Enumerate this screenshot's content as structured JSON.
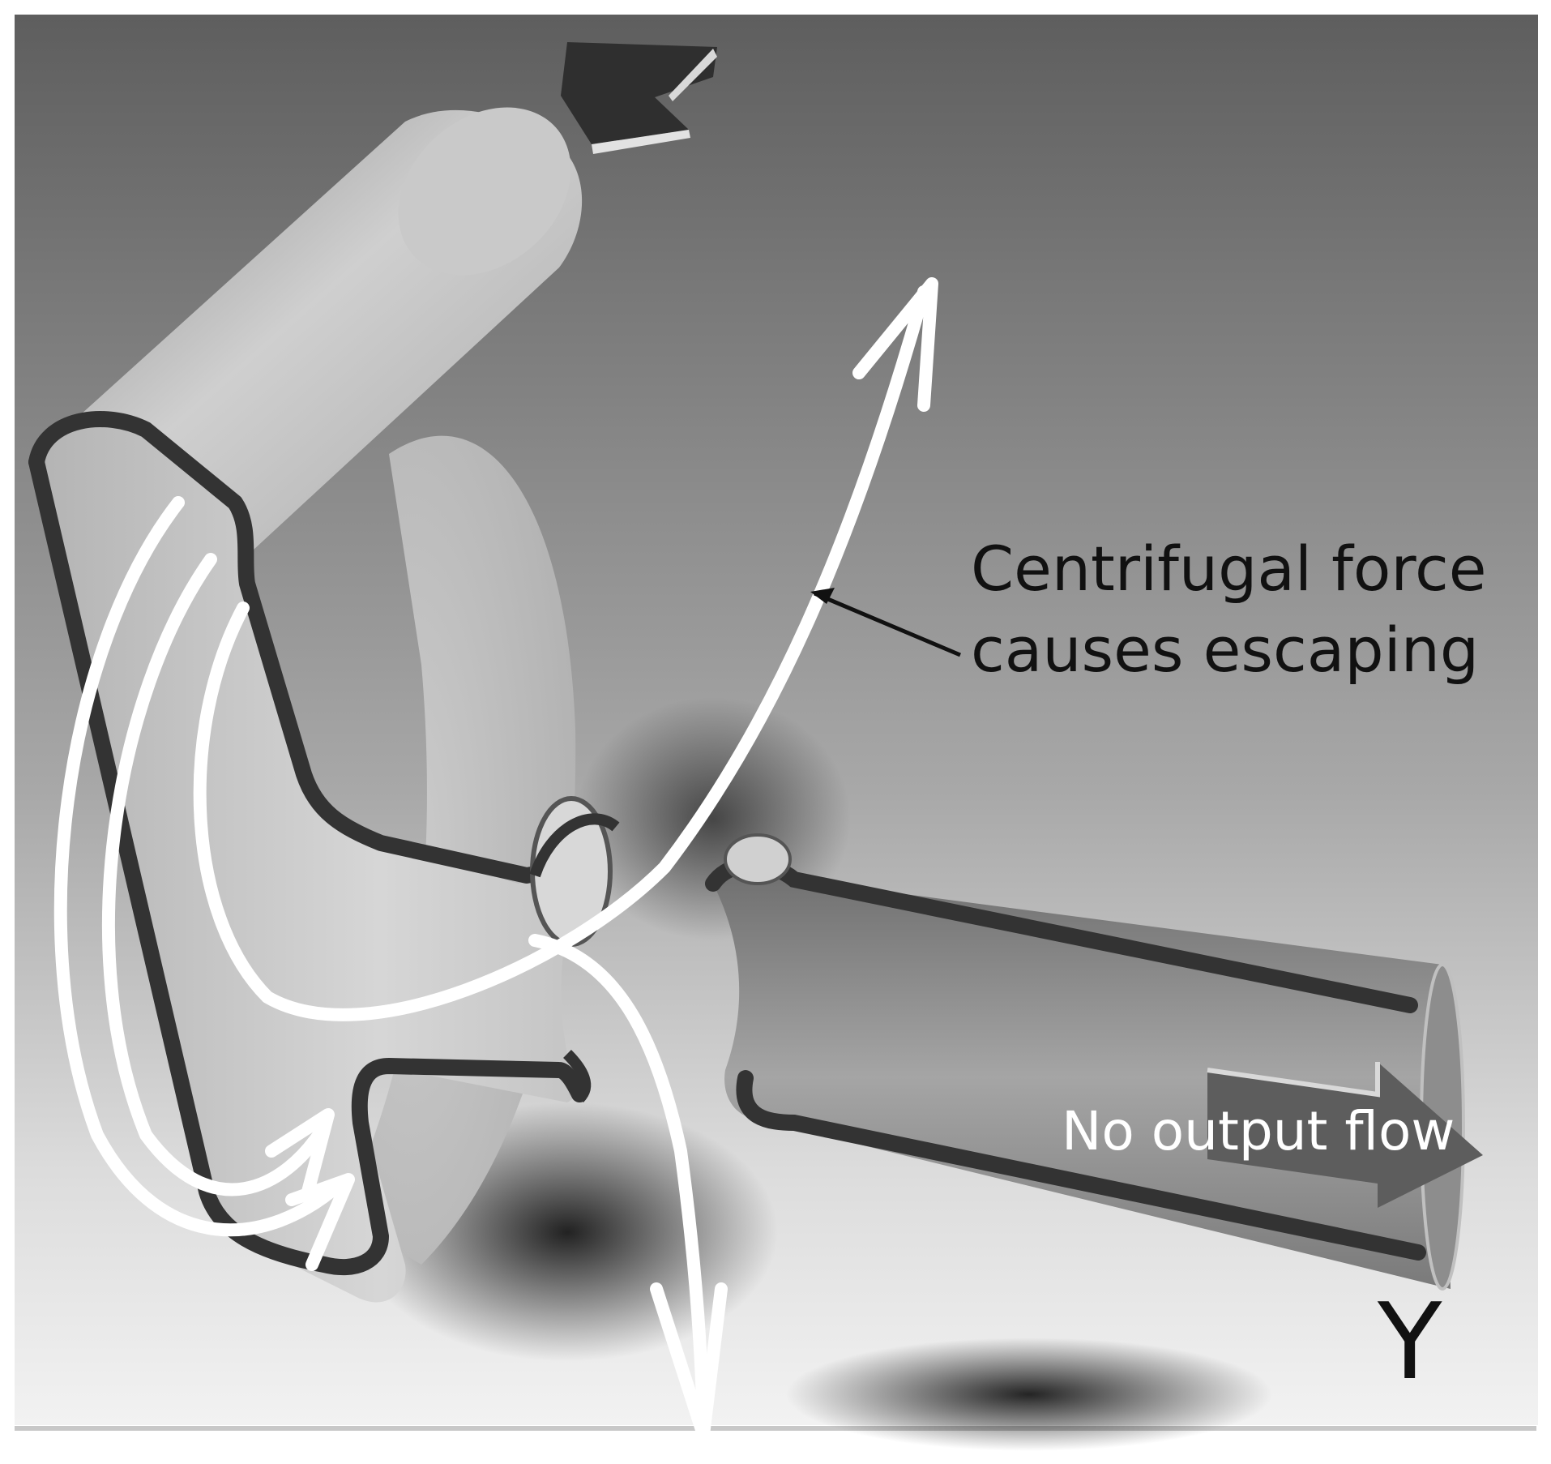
{
  "figure": {
    "annotation": {
      "line1": "Centrifugal force",
      "line2": "causes escaping"
    },
    "output_label": "No output flow",
    "letter": "Y"
  },
  "colors": {
    "background_top": "#5f5f5f",
    "background_bottom": "#f4f4f4",
    "outline": "#333333",
    "flow_arrow": "#ffffff",
    "pipe_light": "#d6d6d6",
    "pipe_mid": "#9a9a9a",
    "pipe_dark": "#5a5a5a"
  },
  "icons": {
    "input_arrow": "arrow-down-left-icon",
    "output_arrow": "arrow-right-icon"
  }
}
